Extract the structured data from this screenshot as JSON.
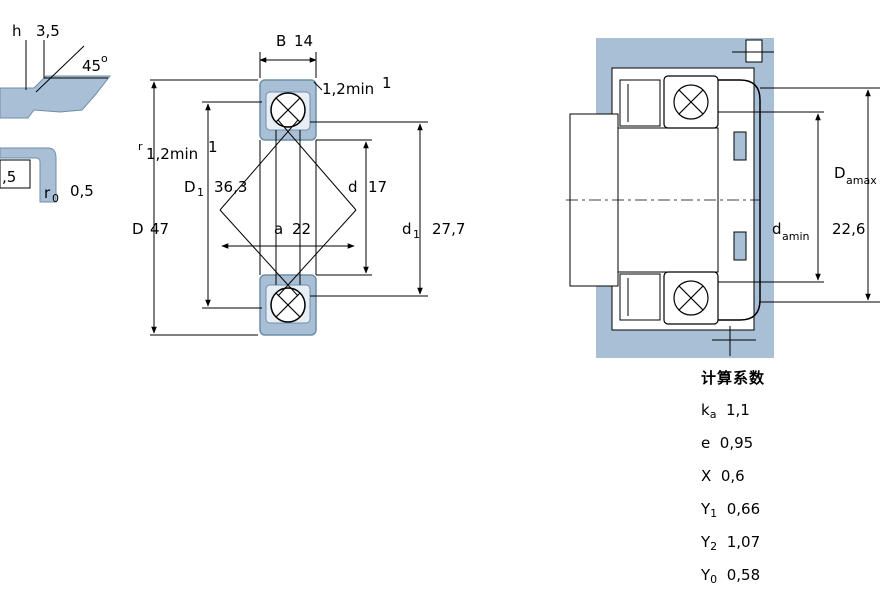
{
  "colors": {
    "steel": "#a9bfd6",
    "steel_dark": "#6f8ea9",
    "line": "#000000",
    "dim_line": "#000000"
  },
  "detail": {
    "h_label": "h",
    "h_value": "3,5",
    "angle_value": "45",
    "angle_unit": "o",
    "left_value": ",5",
    "r0_label": "r",
    "r0_sub": "0",
    "r0_value": "0,5"
  },
  "section": {
    "B_label": "B",
    "B_value": "14",
    "r_top_value": "1,2min",
    "r_top_note": "1",
    "r_left_label": "r",
    "r_left_value": "1,2min",
    "r_left_note": "1",
    "D1_label": "D",
    "D1_sub": "1",
    "D1_value": "36,3",
    "d_label": "d",
    "d_value": "17",
    "D_label": "D",
    "D_value": "47",
    "a_label": "a",
    "a_value": "22",
    "d1_label": "d",
    "d1_sub": "1",
    "d1_value": "27,7"
  },
  "mounting": {
    "Da_label": "D",
    "Da_sub": "amax",
    "da_label": "d",
    "da_sub": "amin",
    "da_value": "22,6"
  },
  "factors": {
    "title": "计算系数",
    "rows": [
      {
        "sym": "k",
        "sub": "a",
        "value": "1,1"
      },
      {
        "sym": "e",
        "sub": "",
        "value": "0,95"
      },
      {
        "sym": "X",
        "sub": "",
        "value": "0,6"
      },
      {
        "sym": "Y",
        "sub": "1",
        "value": "0,66"
      },
      {
        "sym": "Y",
        "sub": "2",
        "value": "1,07"
      },
      {
        "sym": "Y",
        "sub": "0",
        "value": "0,58"
      }
    ]
  }
}
